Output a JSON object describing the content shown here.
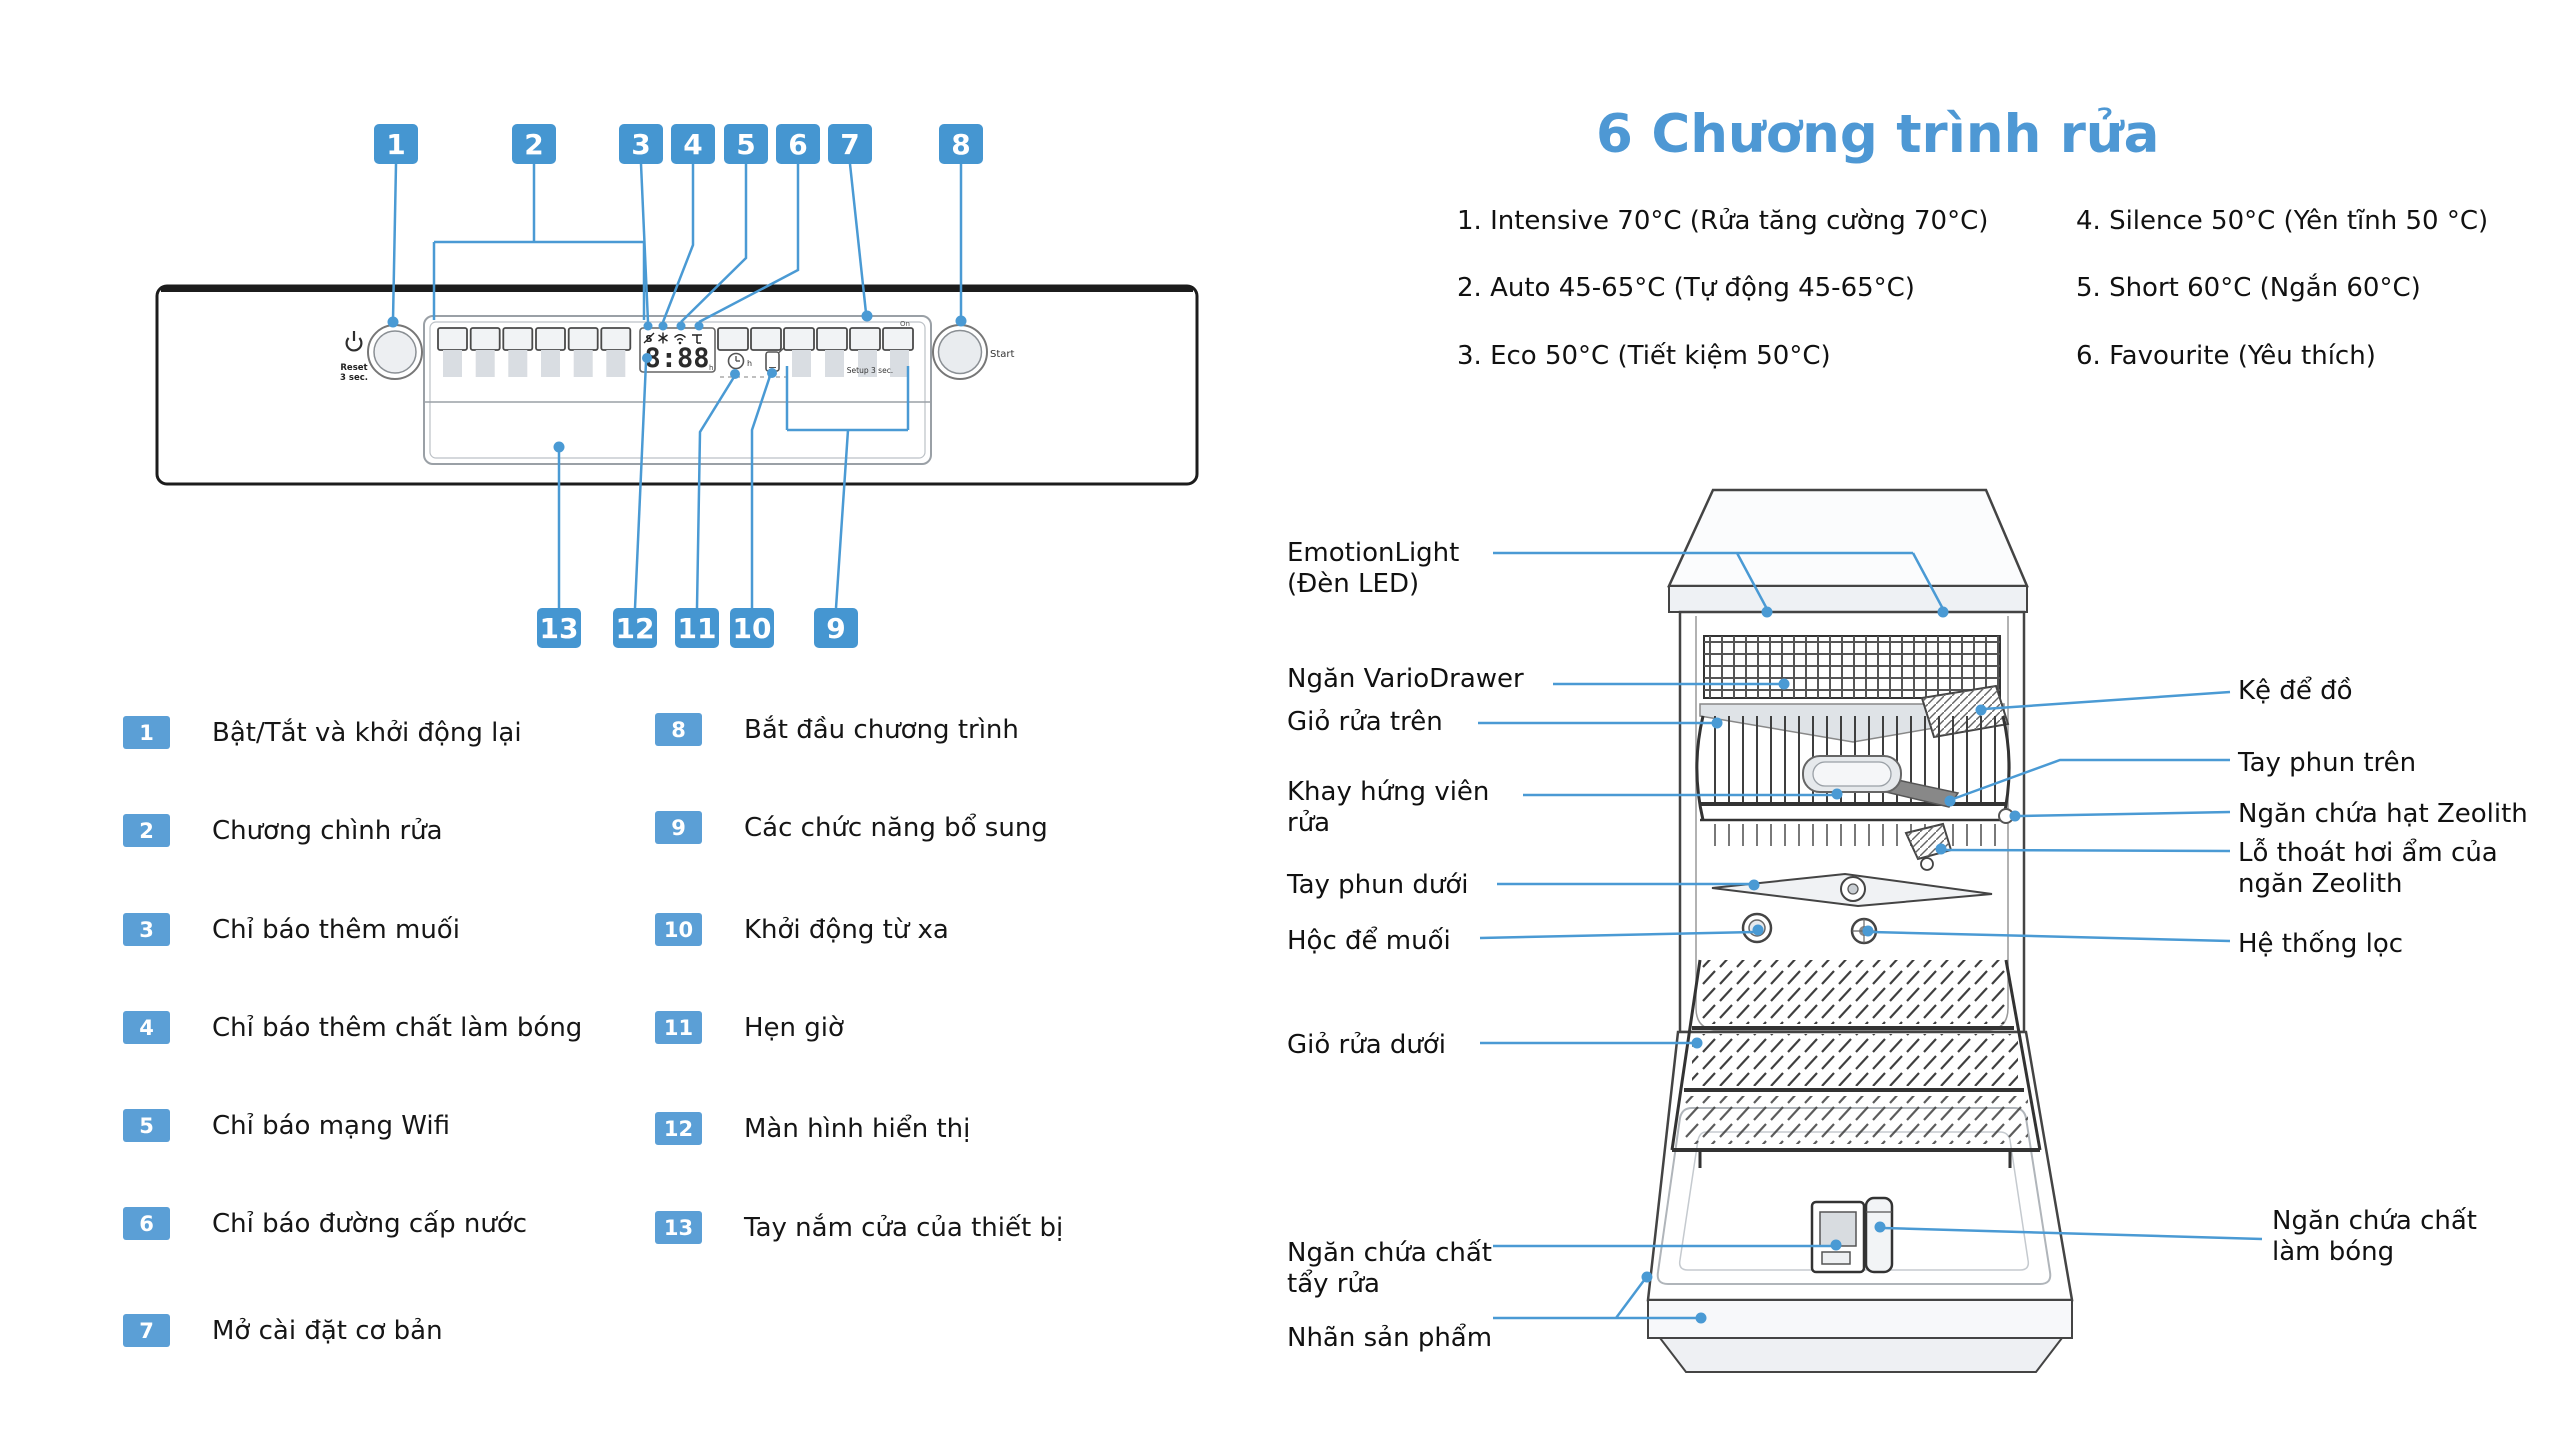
{
  "colors": {
    "accent": "#4a9ad4",
    "badge_blue": "#4596d1",
    "legend_badge_blue": "#5b9fd6",
    "heading_blue": "#4e98d4"
  },
  "panel": {
    "badges_top": [
      "1",
      "2",
      "3",
      "4",
      "5",
      "6",
      "7",
      "8"
    ],
    "badges_bottom": [
      "13",
      "12",
      "11",
      "10",
      "9"
    ],
    "power_icon": "power-icon",
    "reset_line1": "Reset",
    "reset_line2": "3 sec.",
    "display_value": "8:88",
    "hour_unit": "h",
    "status_icons": [
      "salt-refill-icon",
      "rinse-aid-icon",
      "wifi-icon",
      "water-tap-icon"
    ],
    "timer_icon": "clock-icon",
    "remote_icon": "remote-start-icon",
    "setup_label": "Setup 3 sec.",
    "on_label": "On",
    "start_label": "Start"
  },
  "legend": {
    "left": [
      {
        "num": "1",
        "label": "Bật/Tắt và khởi động lại"
      },
      {
        "num": "2",
        "label": "Chương chình rửa"
      },
      {
        "num": "3",
        "label": "Chỉ báo thêm muối"
      },
      {
        "num": "4",
        "label": "Chỉ báo thêm chất làm bóng"
      },
      {
        "num": "5",
        "label": "Chỉ báo mạng Wifi"
      },
      {
        "num": "6",
        "label": "Chỉ báo đường cấp nước"
      },
      {
        "num": "7",
        "label": "Mở cài đặt cơ bản"
      }
    ],
    "right": [
      {
        "num": "8",
        "label": "Bắt đầu chương trình"
      },
      {
        "num": "9",
        "label": "Các chức năng bổ sung"
      },
      {
        "num": "10",
        "label": "Khởi động từ xa"
      },
      {
        "num": "11",
        "label": "Hẹn giờ"
      },
      {
        "num": "12",
        "label": "Màn hình hiển thị"
      },
      {
        "num": "13",
        "label": "Tay nắm cửa của thiết bị"
      }
    ]
  },
  "programs": {
    "title": "6 Chương trình rửa",
    "column1": [
      "1. Intensive 70°C (Rửa tăng cường 70°C)",
      "2. Auto 45-65°C (Tự động 45-65°C)",
      "3. Eco 50°C (Tiết kiệm 50°C)"
    ],
    "column2": [
      "4. Silence 50°C (Yên tĩnh 50 °C)",
      "5. Short 60°C (Ngắn 60°C)",
      "6. Favourite (Yêu thích)"
    ]
  },
  "diagram": {
    "labels_left": [
      "EmotionLight\n(Đèn LED)",
      "Ngăn VarioDrawer",
      "Giỏ rửa trên",
      "Khay hứng viên\nrửa",
      "Tay phun dưới",
      "Hộc để muối",
      "Giỏ rửa dưới",
      "Ngăn chứa chất\ntẩy rửa",
      "Nhãn sản phẩm"
    ],
    "labels_right": [
      "Kệ để đồ",
      "Tay phun trên",
      "Ngăn chứa hạt Zeolith",
      "Lỗ thoát hơi ẩm của\nngăn Zeolith",
      "Hệ thống lọc",
      "Ngăn chứa chất\nlàm bóng"
    ]
  }
}
